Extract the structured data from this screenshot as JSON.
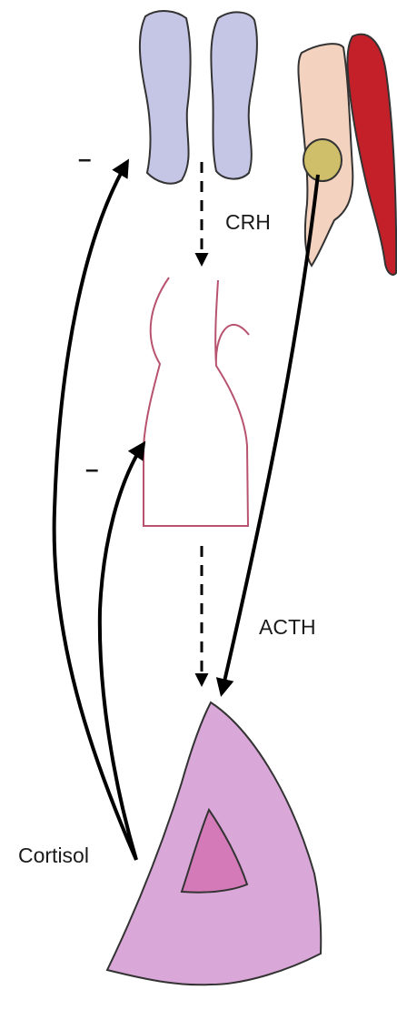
{
  "labels": {
    "crh": "CRH",
    "acth": "ACTH",
    "cortisol": "Cortisol"
  },
  "feedback": {
    "upper_sign": "–",
    "lower_sign": "–"
  },
  "colors": {
    "hypothalamus_fill": "#c5c5e6",
    "pituitary_outline": "#b8536f",
    "adrenal_fill": "#d9a8d8",
    "adrenal_medulla_fill": "#d47ab8",
    "cell_body_fill": "#f3d3bf",
    "cell_nucleus_fill": "#cfbf6a",
    "vessel_fill": "#c4202a",
    "arrow_color": "#000000"
  }
}
